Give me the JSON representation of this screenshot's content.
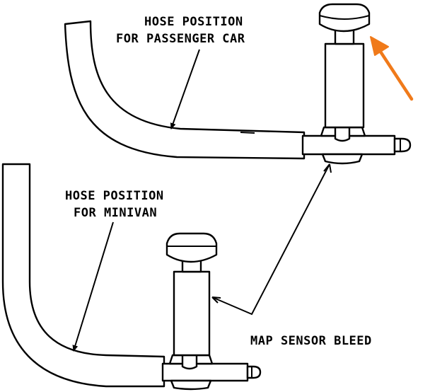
{
  "labels": {
    "passenger_line1": "HOSE POSITION",
    "passenger_line2": "FOR PASSENGER CAR",
    "minivan_line1": "HOSE POSITION",
    "minivan_line2": "FOR MINIVAN",
    "map_sensor": "MAP SENSOR BLEED"
  },
  "colors": {
    "line": "#000000",
    "highlight_arrow": "#F07A1A",
    "background": "#FFFFFF"
  }
}
